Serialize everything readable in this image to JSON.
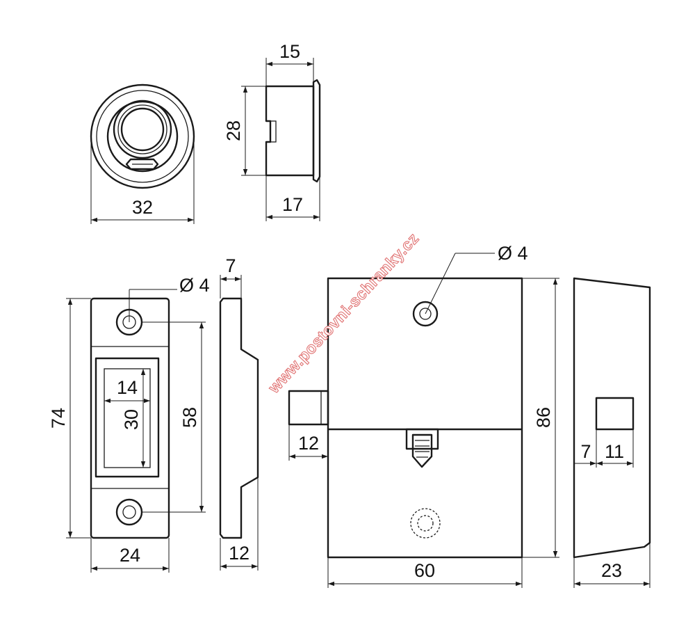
{
  "colors": {
    "line": "#1a1a1a",
    "watermark_outline": "#e07272",
    "background": "#ffffff"
  },
  "watermark": "www.postovni-schranky.cz",
  "cylinder_front": {
    "width": "32"
  },
  "cylinder_side": {
    "depth": "15",
    "height": "28",
    "overall_depth": "17"
  },
  "strike_front": {
    "hole": "Ø 4",
    "height": "74",
    "hole_spacing": "58",
    "slot_width": "14",
    "slot_height": "30",
    "width": "24"
  },
  "strike_side": {
    "top": "7",
    "bottom": "12"
  },
  "lock_body": {
    "hole": "Ø 4",
    "height": "86",
    "bolt": "12",
    "width": "60"
  },
  "lock_side": {
    "offset": "7",
    "window": "11",
    "depth": "23"
  }
}
